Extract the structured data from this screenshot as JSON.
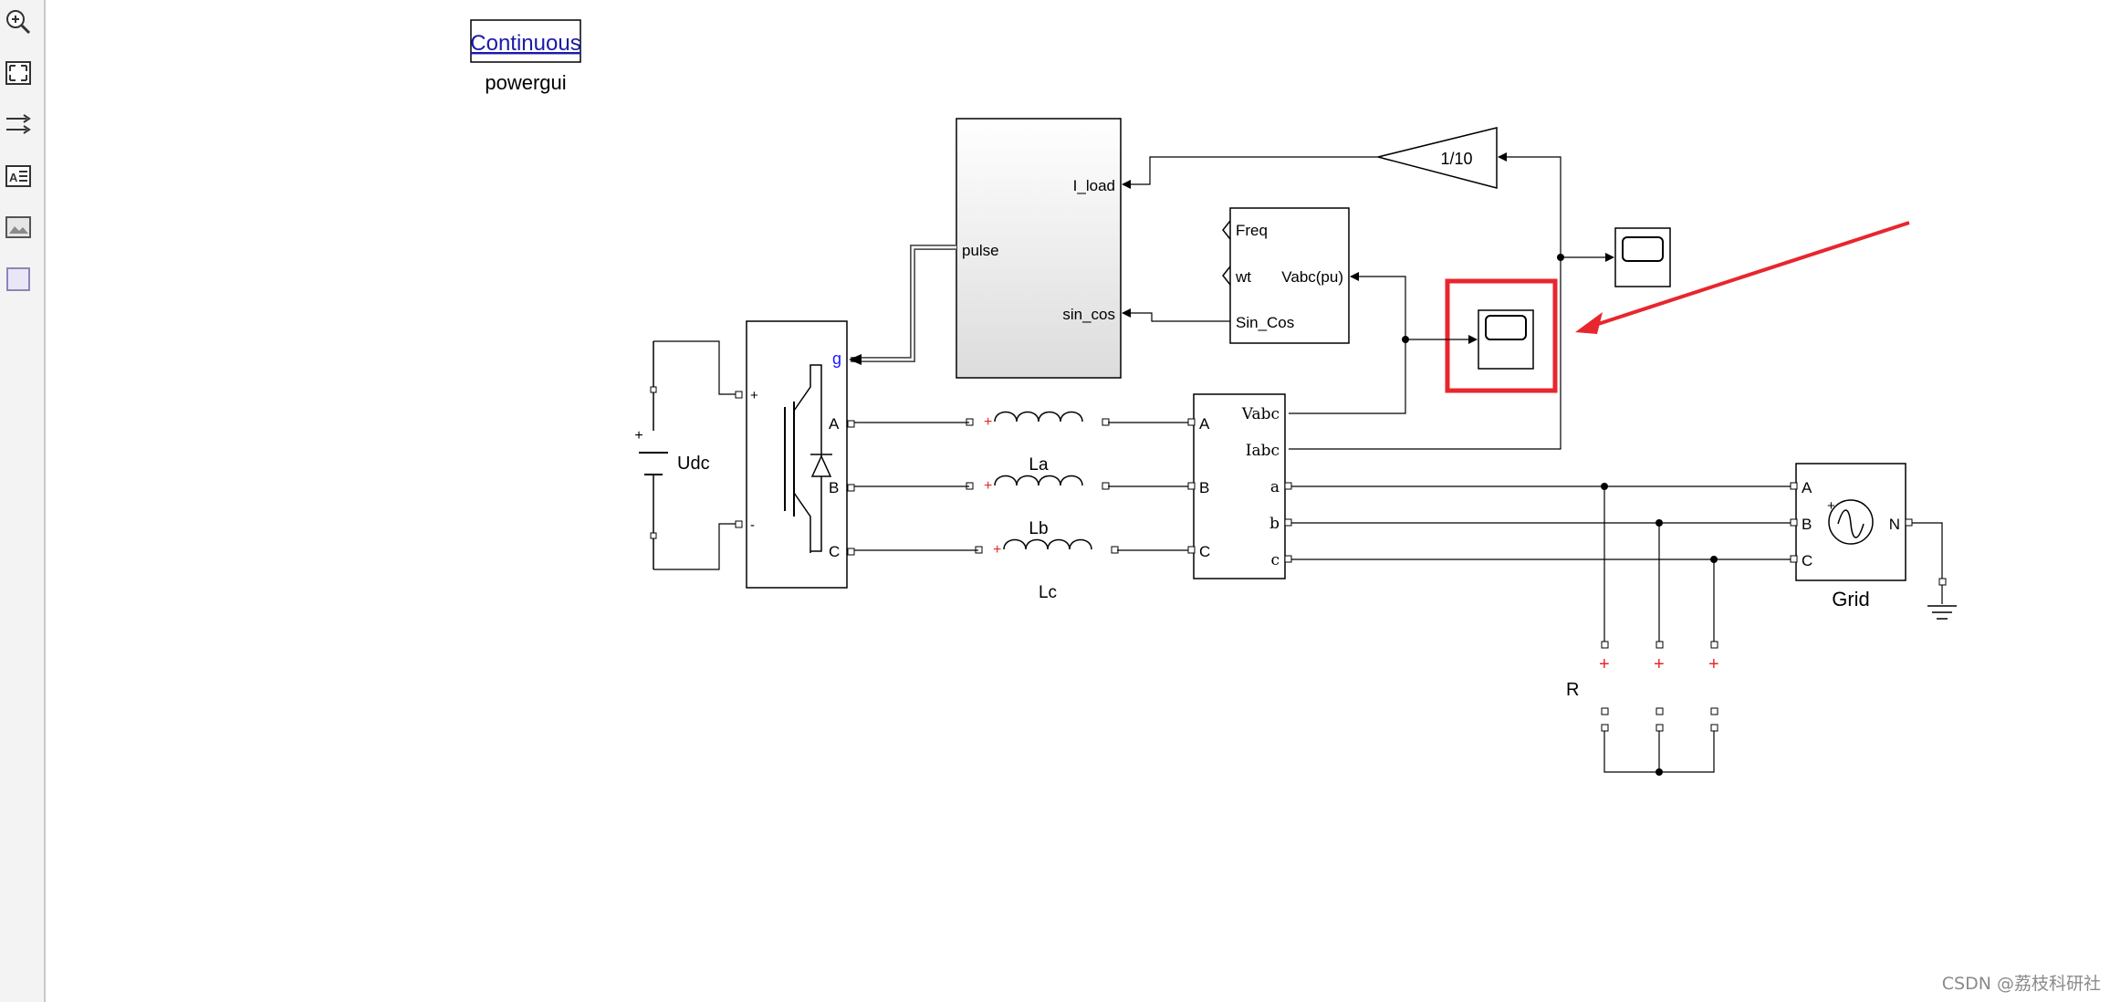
{
  "toolbar": {
    "tools": [
      {
        "name": "zoom-in-icon"
      },
      {
        "name": "fit-to-view-icon"
      },
      {
        "name": "route-lines-icon"
      },
      {
        "name": "annotation-icon"
      },
      {
        "name": "image-icon"
      },
      {
        "name": "area-icon"
      }
    ]
  },
  "model": {
    "powergui_mode": "Continuous",
    "powergui_label": "powergui",
    "dc_source_label": "Udc",
    "dc_plus": "+",
    "inverter": {
      "gate": "g",
      "plus": "+",
      "minus": "-",
      "A": "A",
      "B": "B",
      "C": "C"
    },
    "controller": {
      "in_pulse": "pulse",
      "out_i_load": "I_load",
      "out_sin_cos": "sin_cos"
    },
    "gain_label": "1/10",
    "pll": {
      "freq": "Freq",
      "wt": "wt",
      "vabc": "Vabc(pu)",
      "sin_cos": "Sin_Cos"
    },
    "inductors": {
      "top_label": "La",
      "mid_label": "Lb",
      "bottom_label": "Lc"
    },
    "vi_meas": {
      "A": "A",
      "B": "B",
      "C": "C",
      "vabc": "Vabc",
      "iabc": "Iabc",
      "a": "a",
      "b": "b",
      "c": "c"
    },
    "grid": {
      "label": "Grid",
      "A": "A",
      "B": "B",
      "C": "C",
      "N": "N",
      "plus": "+"
    },
    "load_label": "R"
  },
  "watermark": "CSDN @荔枝科研社",
  "colors": {
    "highlight": "#e8262d",
    "gate_label": "#1a1aff",
    "powergui_text": "#1a1aaa"
  }
}
